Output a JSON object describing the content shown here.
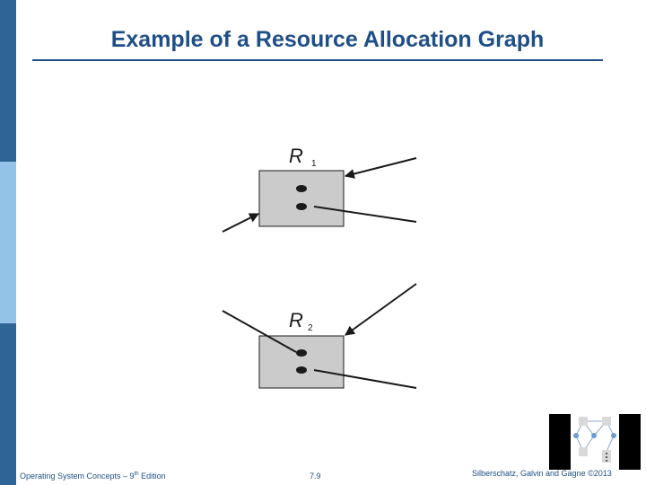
{
  "slide": {
    "title": "Example of a Resource Allocation Graph",
    "footer_left_pre": "Operating System Concepts – 9",
    "footer_left_sup": "th",
    "footer_left_post": " Edition",
    "page_number": "7.9",
    "copyright": "Silberschatz, Galvin and Gagne ©2013"
  },
  "diagram": {
    "resources": [
      {
        "id": "R1",
        "label_letter": "R",
        "label_sub": "1",
        "instances": 2
      },
      {
        "id": "R2",
        "label_letter": "R",
        "label_sub": "2",
        "instances": 2
      }
    ],
    "colors": {
      "box_fill": "#cbcbcb",
      "stroke": "#1a1a1a",
      "sidebar_dark": "#2f6496",
      "sidebar_light": "#94c3e8",
      "title": "#1f4f86"
    }
  }
}
